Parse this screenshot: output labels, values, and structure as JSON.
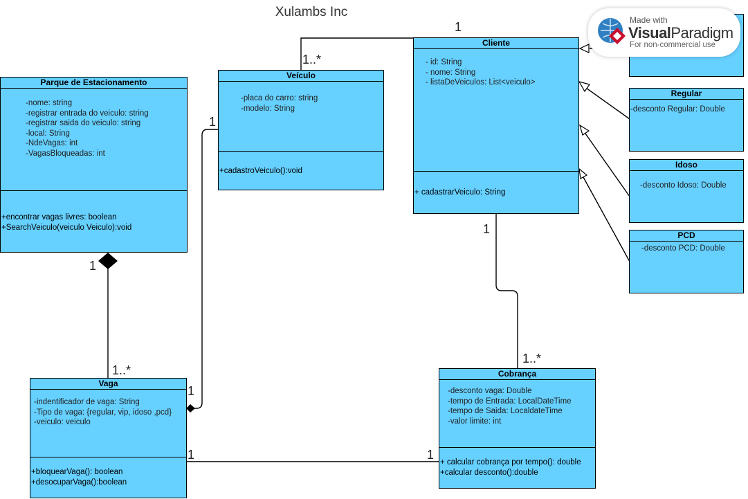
{
  "title": "Xulambs Inc",
  "classes": {
    "parque": {
      "name": "Parque de Estacionamento",
      "attributes": [
        "-nome: string",
        "-registrar entrada do veiculo: string",
        "-registrar saida do veiculo: string",
        "-local: String",
        "-NdeVagas: int",
        "-VagasBloqueadas: int"
      ],
      "operations": [
        "+encontrar vagas livres: boolean",
        "+SearchVeiculo(veiculo Veiculo):void"
      ]
    },
    "veiculo": {
      "name": "Veículo",
      "attributes": [
        "-placa do carro: string",
        "-modelo: String"
      ],
      "operations": [
        "+cadastroVeiculo():void"
      ]
    },
    "cliente": {
      "name": "Cliente",
      "attributes": [
        "- id: String",
        "- nome: String",
        "- listaDeVeiculos: List<veiculo>"
      ],
      "operations": [
        "+ cadastrarVeiculo: String"
      ]
    },
    "regular": {
      "name": "Regular",
      "attributes": [
        "-desconto Regular: Double"
      ]
    },
    "idoso": {
      "name": "Idoso",
      "attributes": [
        "-desconto Idoso: Double"
      ]
    },
    "pcd": {
      "name": "PCD",
      "attributes": [
        "-desconto PCD: Double"
      ]
    },
    "vaga": {
      "name": "Vaga",
      "attributes": [
        "-indentificador de vaga: String",
        "-Tipo de vaga: {regular, vip, idoso ,pcd}",
        "-veiculo: veiculo"
      ],
      "operations": [
        "+bloquearVaga(): boolean",
        "+desocuparVaga():boolean"
      ]
    },
    "cobranca": {
      "name": "Cobrança",
      "attributes": [
        "-desconto vaga: Double",
        "-tempo de Entrada: LocalDateTime",
        "-tempo de Saida: LocaldateTime",
        "-valor limite: int"
      ],
      "operations": [
        "+ calcular cobrança por tempo(): double",
        "+calcular desconto():double"
      ]
    }
  },
  "multiplicities": {
    "cliente_top": "1",
    "veiculo_top": "1..*",
    "veiculo_left": "1",
    "parque_bottom": "1",
    "vaga_top": "1..*",
    "vaga_right_top": "1",
    "vaga_right_bottom": "1",
    "cobranca_left": "1",
    "cliente_bottom": "1",
    "cobranca_top": "1..*"
  },
  "watermark": {
    "made_with": "Made with",
    "brand_bold": "Visual",
    "brand_light": "Paradigm",
    "note": "For non-commercial use"
  }
}
